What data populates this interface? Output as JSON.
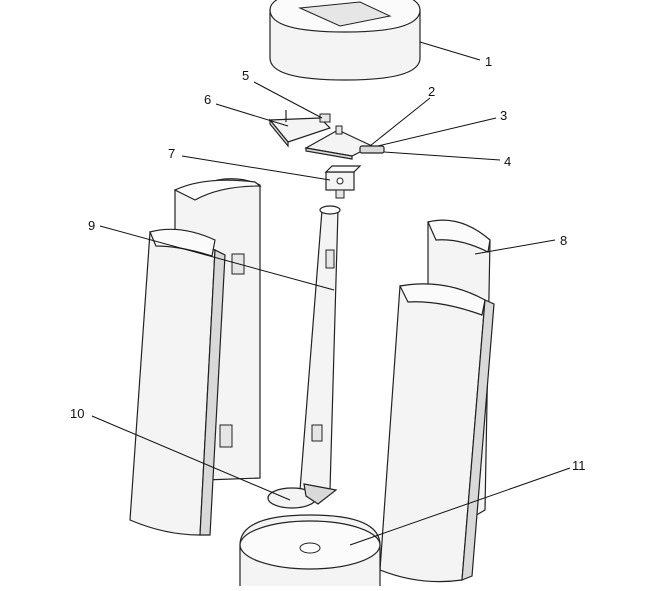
{
  "callouts": [
    {
      "id": "1",
      "text": "1"
    },
    {
      "id": "2",
      "text": "2"
    },
    {
      "id": "3",
      "text": "3"
    },
    {
      "id": "4",
      "text": "4"
    },
    {
      "id": "5",
      "text": "5"
    },
    {
      "id": "6",
      "text": "6"
    },
    {
      "id": "7",
      "text": "7"
    },
    {
      "id": "8",
      "text": "8"
    },
    {
      "id": "9",
      "text": "9"
    },
    {
      "id": "10",
      "text": "10"
    },
    {
      "id": "11",
      "text": "11"
    }
  ],
  "colors": {
    "line": "#222222",
    "fill": "#f4f4f4",
    "shade": "#d9d9d9"
  }
}
